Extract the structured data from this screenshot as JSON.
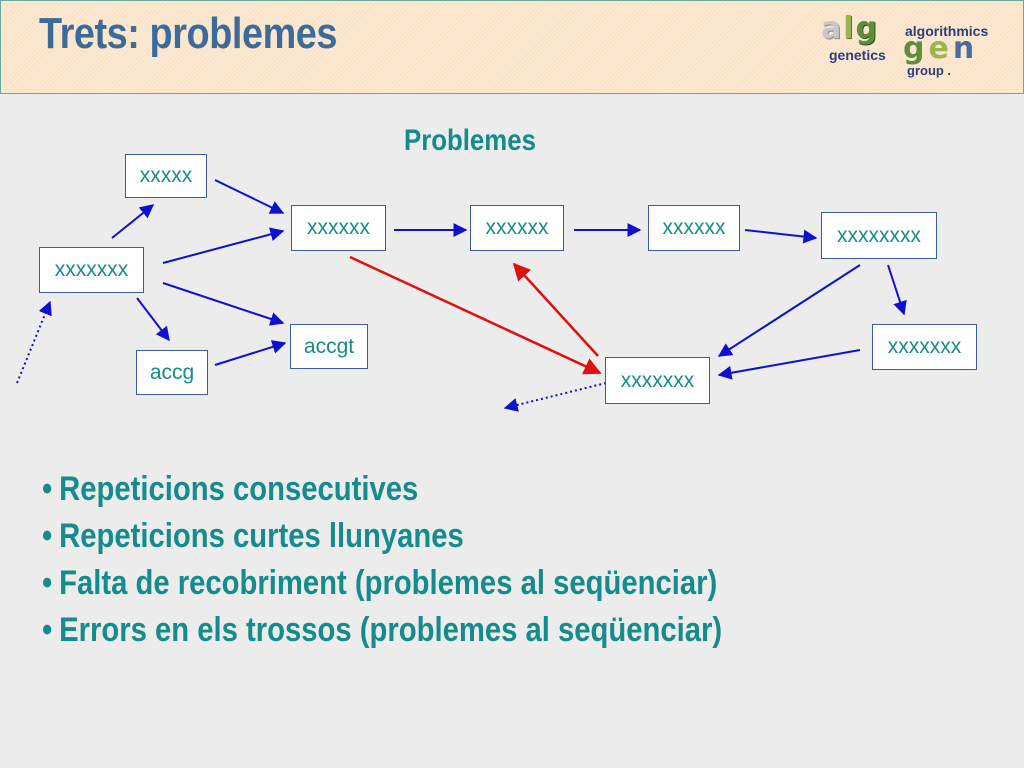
{
  "header": {
    "title": "Trets: problemes",
    "logo": {
      "letters_top": [
        "a",
        "l",
        "g"
      ],
      "letters_gen": [
        "g",
        "e",
        "n"
      ],
      "word_algorithmics": "algorithmics",
      "word_genetics": "genetics",
      "word_group": "group ."
    }
  },
  "diagram": {
    "title": "Problemes",
    "nodes": [
      {
        "id": "n1",
        "label": "xxxxx"
      },
      {
        "id": "n2",
        "label": "xxxxxxx"
      },
      {
        "id": "n3",
        "label": "xxxxxx"
      },
      {
        "id": "n4",
        "label": "xxxxxx"
      },
      {
        "id": "n5",
        "label": "xxxxxx"
      },
      {
        "id": "n6",
        "label": "xxxxxxxx"
      },
      {
        "id": "n7",
        "label": "accgt"
      },
      {
        "id": "n8",
        "label": "accg"
      },
      {
        "id": "n9",
        "label": "xxxxxxx"
      },
      {
        "id": "n10",
        "label": "xxxxxxx"
      }
    ],
    "colors": {
      "edge": "#1010d0",
      "problem_edge": "#e01010",
      "node_text": "#168b8b",
      "node_border": "#3a5f9a"
    }
  },
  "bullets": [
    "Repeticions consecutives",
    "Repeticions curtes llunyanes",
    "Falta de recobriment (problemes al seqüenciar)",
    "Errors en els trossos (problemes al seqüenciar)"
  ]
}
